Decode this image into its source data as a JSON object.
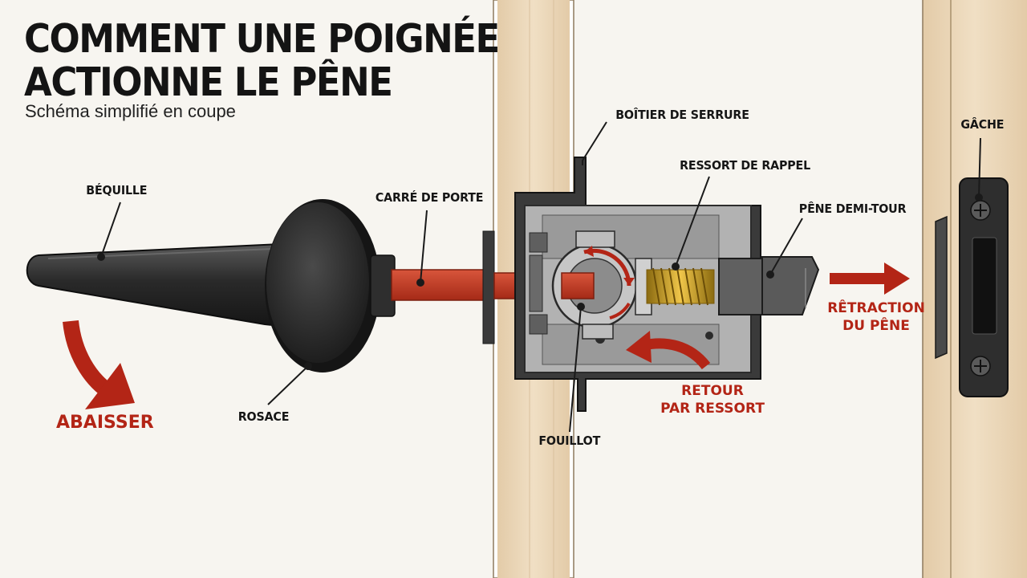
{
  "title": {
    "line1": "COMMENT UNE POIGNÉE",
    "line2": "ACTIONNE LE PÊNE"
  },
  "subtitle": "Schéma simplifié en coupe",
  "labels": {
    "bequille": "BÉQUILLE",
    "rosace": "ROSACE",
    "carre": "CARRÉ DE PORTE",
    "boitier": "BOÎTIER DE SERRURE",
    "ressort": "RESSORT DE RAPPEL",
    "pene": "PÊNE DEMI-TOUR",
    "fouillot": "FOUILLOT",
    "gache": "GÂCHE"
  },
  "actions": {
    "abaisser": "ABAISSER",
    "retraction_line1": "RÊTRACTION",
    "retraction_line2": "DU PÊNE",
    "retour_line1": "RETOUR",
    "retour_line2": "PAR RESSORT"
  },
  "colors": {
    "accent_red": "#b32516",
    "spindle_red": "#c63a22",
    "spring_gold": "#d4a42c",
    "wood": "#ecd9bd",
    "metal_dark": "#2b2b2b",
    "metal_mid": "#5a5a5a",
    "background": "#f7f5f0"
  }
}
